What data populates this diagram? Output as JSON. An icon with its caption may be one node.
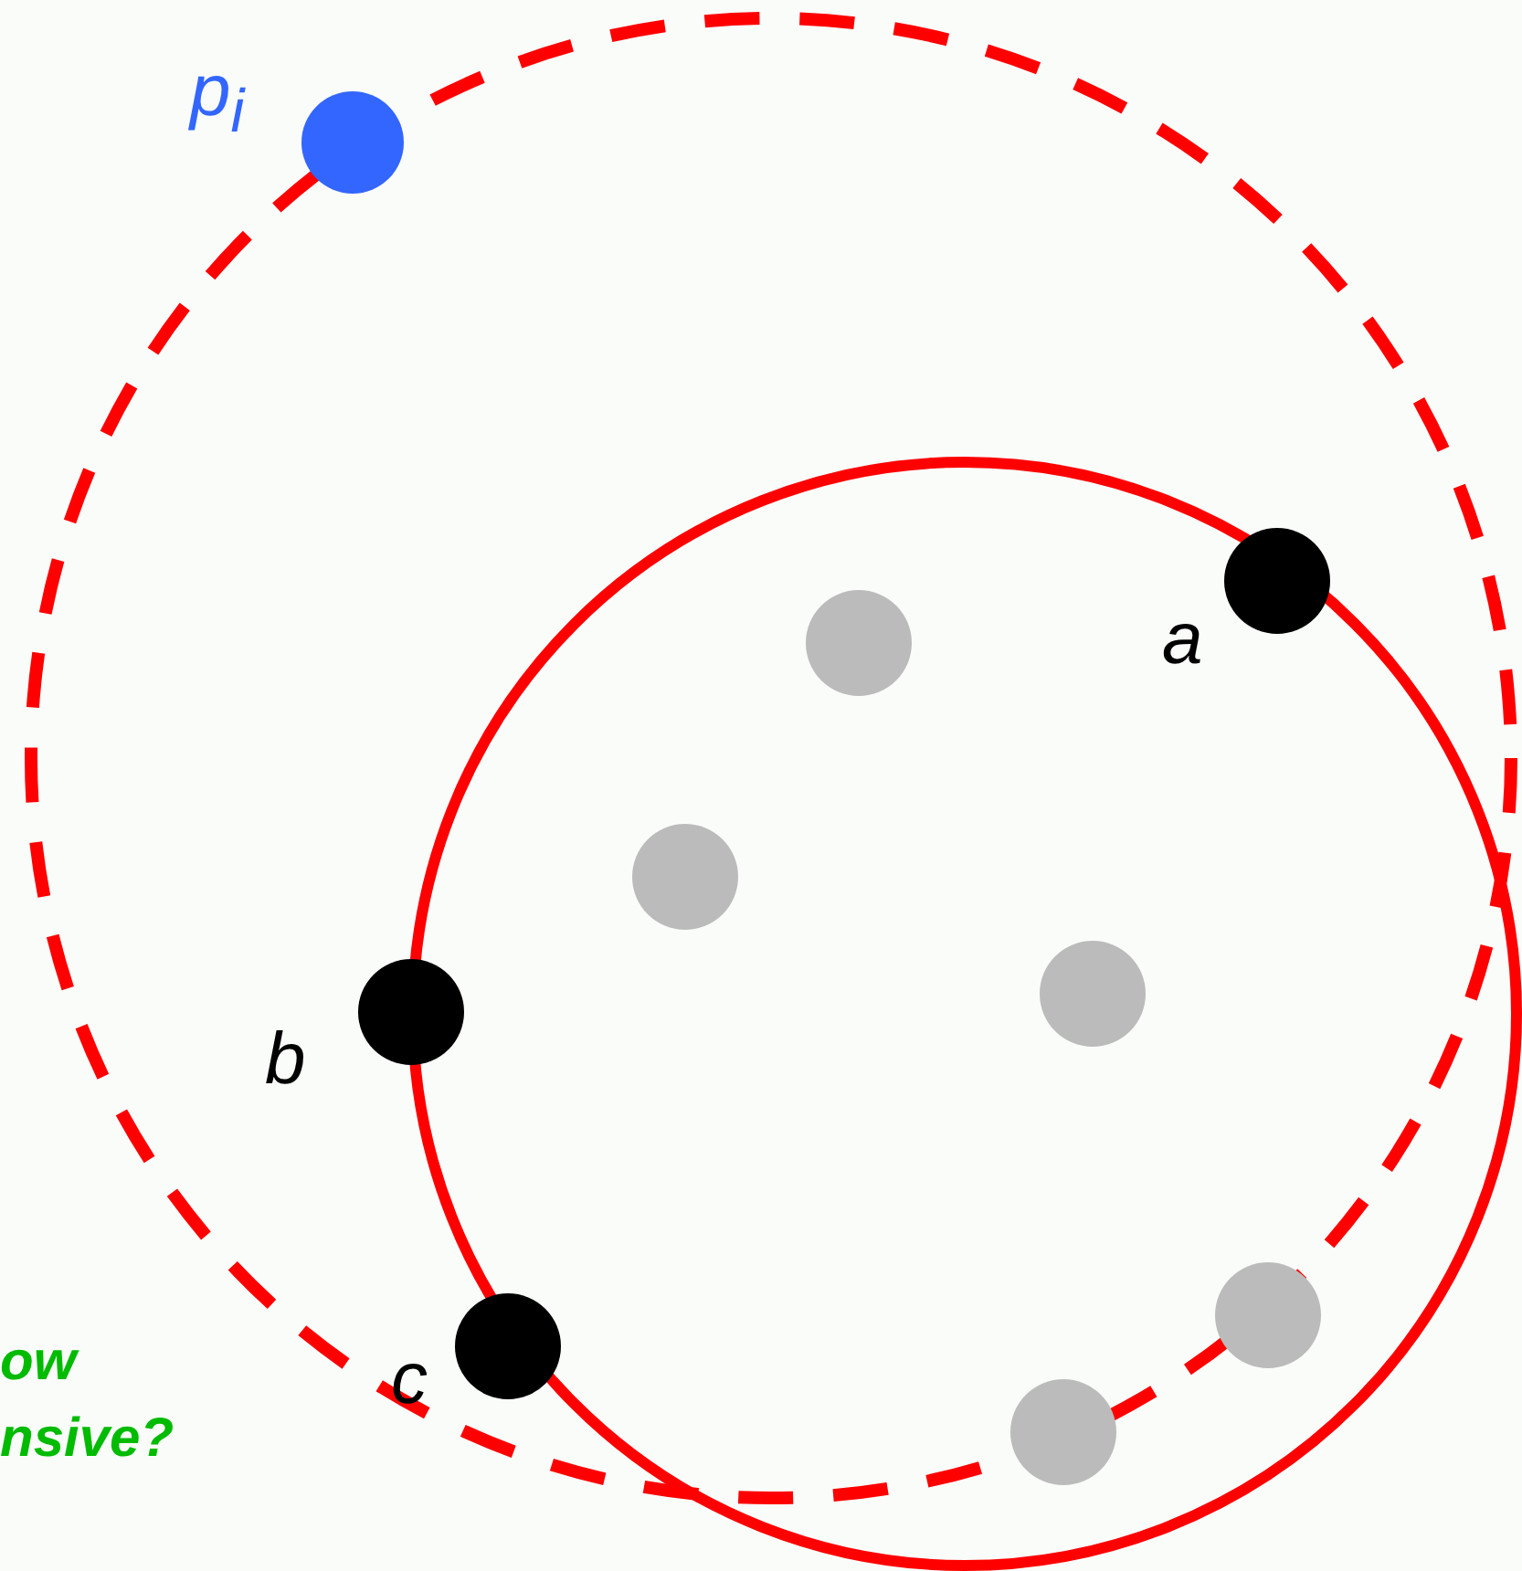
{
  "diagram": {
    "labels": [
      "p$_{i}$",
      "a",
      "b",
      "c",
      "ow nsive?"
    ]
  }
}
